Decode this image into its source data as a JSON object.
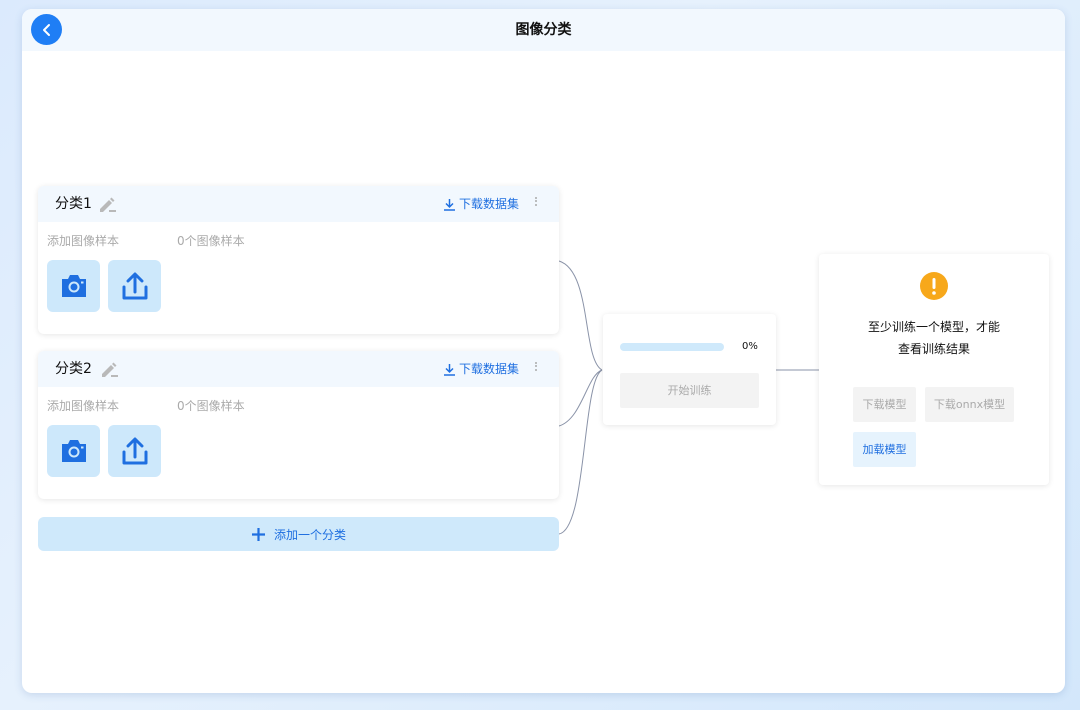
{
  "header": {
    "title": "图像分类"
  },
  "classes": [
    {
      "name": "分类1",
      "download_label": "下载数据集",
      "add_label": "添加图像样本",
      "count_label": "0个图像样本"
    },
    {
      "name": "分类2",
      "download_label": "下载数据集",
      "add_label": "添加图像样本",
      "count_label": "0个图像样本"
    }
  ],
  "add_class_label": "添加一个分类",
  "training": {
    "progress": 0,
    "progress_label": "0%",
    "start_label": "开始训练"
  },
  "result": {
    "message_line1": "至少训练一个模型，才能",
    "message_line2": "查看训练结果",
    "download_model_label": "下载模型",
    "download_onnx_label": "下载onnx模型",
    "load_model_label": "加载模型"
  },
  "colors": {
    "accent": "#1f7ef5",
    "accent_light": "#cfe9fb",
    "warning": "#f7a81b",
    "title_bg": "#f2f8fe"
  },
  "icons": {
    "back": "chevron-left-icon",
    "edit": "pencil-icon",
    "download": "download-icon",
    "more": "more-vertical-icon",
    "camera": "camera-icon",
    "upload": "upload-icon",
    "add": "plus-icon",
    "warning": "exclamation-circle-icon"
  }
}
